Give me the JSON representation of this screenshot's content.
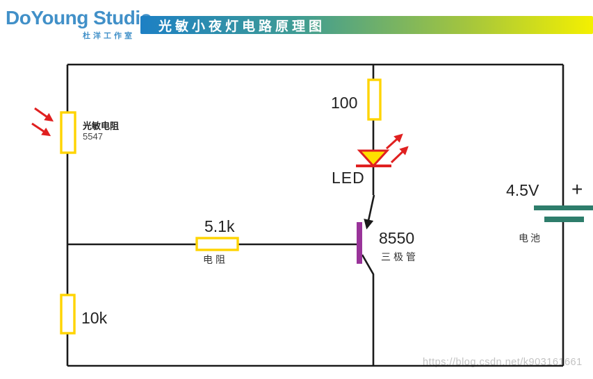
{
  "header": {
    "logo": {
      "name": "DoYoung Studio",
      "subtitle": "杜洋工作室",
      "color": "#4190c8"
    },
    "banner": {
      "title": "光敏小夜灯电路原理图",
      "gradient": [
        "#1d80c4",
        "#3f9c93",
        "#a3c53e",
        "#f4f000"
      ],
      "text_color": "#ffffff"
    }
  },
  "circuit": {
    "photoresistor": {
      "label": "光敏电阻",
      "value": "5547"
    },
    "resistor_top": {
      "value": "100"
    },
    "led": {
      "label": "LED"
    },
    "resistor_base": {
      "value": "5.1k",
      "label": "电阻"
    },
    "transistor": {
      "value": "8550",
      "label": "三极管"
    },
    "resistor_bottom": {
      "value": "10k"
    },
    "battery": {
      "voltage": "4.5V",
      "plus": "+",
      "label": "电池"
    },
    "colors": {
      "wire": "#1a1a1a",
      "resistor_outline": "#ffd400",
      "led_fill": "#ffe000",
      "arrow_red": "#e02020",
      "transistor_bar": "#993399",
      "battery_bar": "#2e7d6b"
    }
  },
  "watermark": {
    "text": "https://blog.csdn.net/k903161661"
  }
}
